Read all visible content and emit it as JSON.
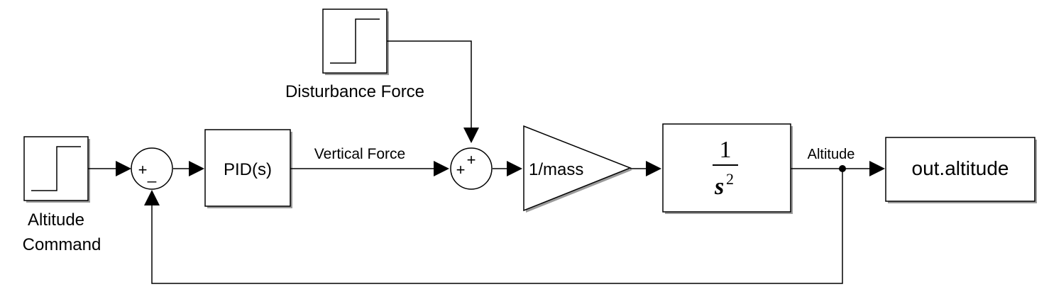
{
  "blocks": {
    "altitude_command": {
      "label_line1": "Altitude",
      "label_line2": "Command"
    },
    "disturbance_force": {
      "label": "Disturbance Force"
    },
    "sum1": {
      "sign_plus": "+",
      "sign_minus": "_"
    },
    "pid": {
      "label": "PID(s)"
    },
    "sum2": {
      "sign_plus_left": "+",
      "sign_plus_top": "+"
    },
    "gain": {
      "label": "1/mass"
    },
    "integrator": {
      "numerator": "1",
      "denominator_base": "s",
      "denominator_exponent": "2"
    },
    "out": {
      "label": "out.altitude"
    }
  },
  "signals": {
    "vertical_force": "Vertical Force",
    "altitude": "Altitude"
  },
  "colors": {
    "line": "#000000",
    "block_fill": "#ffffff",
    "shadow": "#9a9a9a"
  }
}
